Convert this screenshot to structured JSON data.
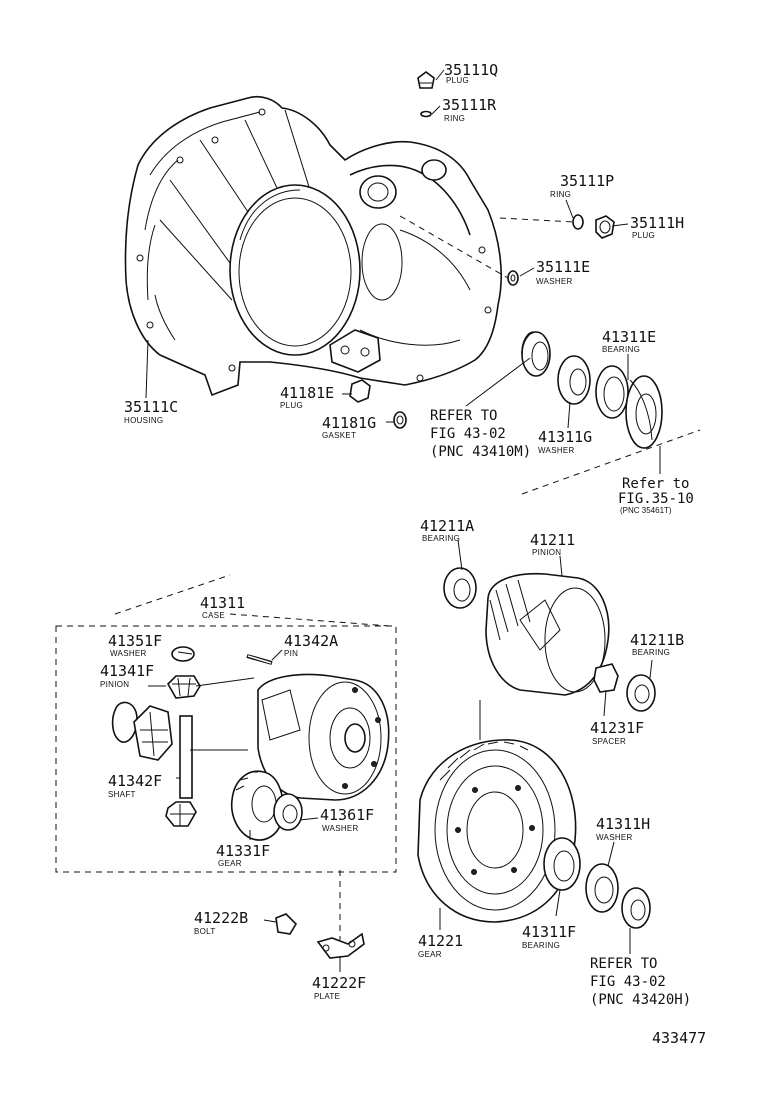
{
  "diagram_number": "433477",
  "callouts": [
    {
      "id": "c_35111q",
      "part_no": "35111Q",
      "name": "PLUG"
    },
    {
      "id": "c_35111r",
      "part_no": "35111R",
      "name": "RING"
    },
    {
      "id": "c_35111p",
      "part_no": "35111P",
      "name": "RING"
    },
    {
      "id": "c_35111h",
      "part_no": "35111H",
      "name": "PLUG"
    },
    {
      "id": "c_35111e",
      "part_no": "35111E",
      "name": "WASHER"
    },
    {
      "id": "c_35111c",
      "part_no": "35111C",
      "name": "HOUSING"
    },
    {
      "id": "c_41181e",
      "part_no": "41181E",
      "name": "PLUG"
    },
    {
      "id": "c_41181g",
      "part_no": "41181G",
      "name": "GASKET"
    },
    {
      "id": "c_41311e",
      "part_no": "41311E",
      "name": "BEARING"
    },
    {
      "id": "c_41311g",
      "part_no": "41311G",
      "name": "WASHER"
    },
    {
      "id": "c_41211a",
      "part_no": "41211A",
      "name": "BEARING"
    },
    {
      "id": "c_41211",
      "part_no": "41211",
      "name": "PINION"
    },
    {
      "id": "c_41211b",
      "part_no": "41211B",
      "name": "BEARING"
    },
    {
      "id": "c_41231f",
      "part_no": "41231F",
      "name": "SPACER"
    },
    {
      "id": "c_41311",
      "part_no": "41311",
      "name": "CASE"
    },
    {
      "id": "c_41351f",
      "part_no": "41351F",
      "name": "WASHER"
    },
    {
      "id": "c_41342a",
      "part_no": "41342A",
      "name": "PIN"
    },
    {
      "id": "c_41341f",
      "part_no": "41341F",
      "name": "PINION"
    },
    {
      "id": "c_41342f",
      "part_no": "41342F",
      "name": "SHAFT"
    },
    {
      "id": "c_41361f",
      "part_no": "41361F",
      "name": "WASHER"
    },
    {
      "id": "c_41331f",
      "part_no": "41331F",
      "name": "GEAR"
    },
    {
      "id": "c_41311h",
      "part_no": "41311H",
      "name": "WASHER"
    },
    {
      "id": "c_41221",
      "part_no": "41221",
      "name": "GEAR"
    },
    {
      "id": "c_41311f",
      "part_no": "41311F",
      "name": "BEARING"
    },
    {
      "id": "c_41222b",
      "part_no": "41222B",
      "name": "BOLT"
    },
    {
      "id": "c_41222f",
      "part_no": "41222F",
      "name": "PLATE"
    }
  ],
  "references": {
    "ref1": {
      "line1": "REFER TO",
      "line2": "FIG 43-02",
      "line3": "(PNC 43410M)"
    },
    "ref2": {
      "line1": "Refer to",
      "line2": "FIG.35-10",
      "line3": "(PNC 35461T)"
    },
    "ref3": {
      "line1": "REFER TO",
      "line2": "FIG 43-02",
      "line3": "(PNC 43420H)"
    }
  }
}
